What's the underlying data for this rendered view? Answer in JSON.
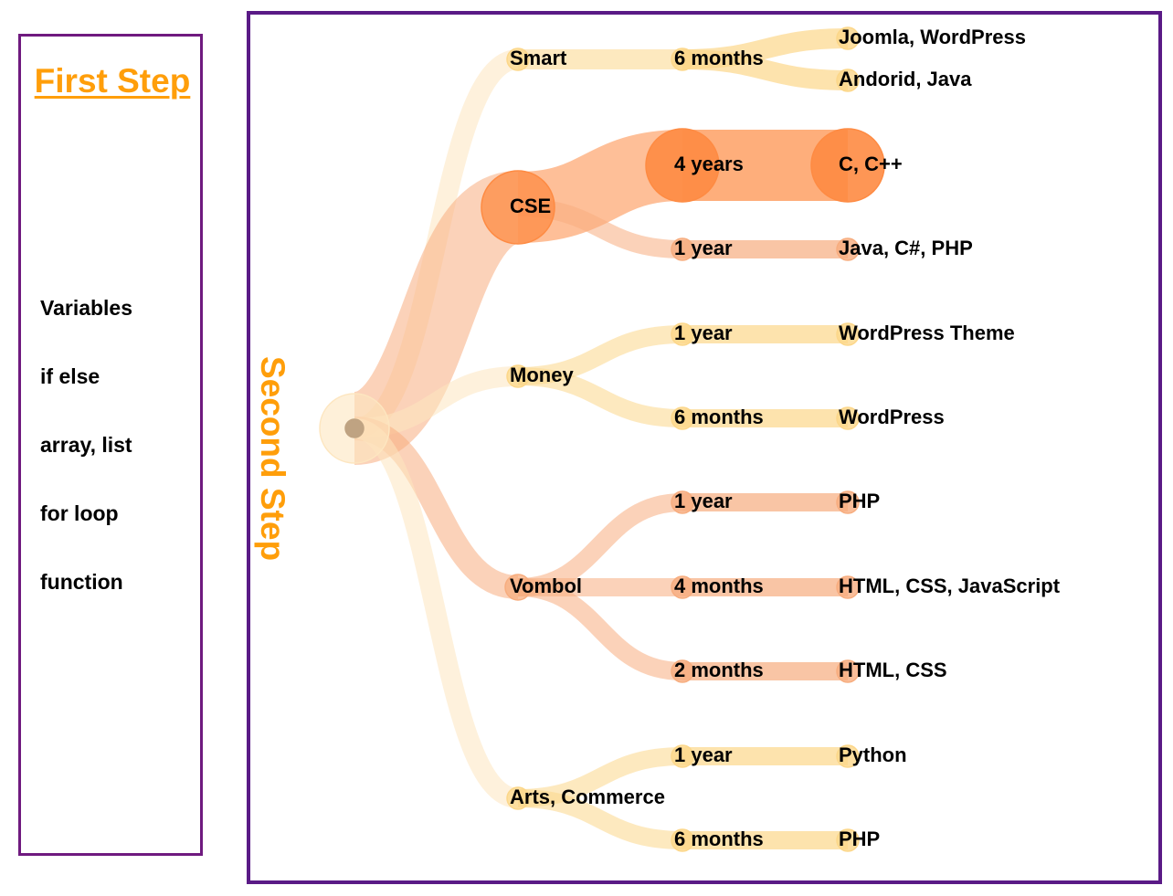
{
  "first_step": {
    "title": "First Step",
    "topics": [
      "Variables",
      "if else",
      "array, list",
      "for loop",
      "function"
    ]
  },
  "second_step": {
    "title": "Second Step",
    "colors": {
      "strong": "#fe8b43",
      "medium": "#f7ad7f",
      "light": "#fcd78a",
      "faint": "#fde6c0",
      "root": "#bfa382"
    },
    "groups": [
      {
        "label": "Smart",
        "branches": [
          {
            "duration": "6 months",
            "leaves": [
              "Joomla, WordPress",
              "Andorid, Java"
            ]
          }
        ]
      },
      {
        "label": "CSE",
        "branches": [
          {
            "duration": "4 years",
            "leaves": [
              "C, C++"
            ]
          },
          {
            "duration": "1 year",
            "leaves": [
              "Java, C#, PHP"
            ]
          }
        ]
      },
      {
        "label": "Money",
        "branches": [
          {
            "duration": "1 year",
            "leaves": [
              "WordPress Theme"
            ]
          },
          {
            "duration": "6 months",
            "leaves": [
              "WordPress"
            ]
          }
        ]
      },
      {
        "label": "Vombol",
        "branches": [
          {
            "duration": "1 year",
            "leaves": [
              "PHP"
            ]
          },
          {
            "duration": "4 months",
            "leaves": [
              "HTML, CSS, JavaScript"
            ]
          },
          {
            "duration": "2 months",
            "leaves": [
              "HTML, CSS"
            ]
          }
        ]
      },
      {
        "label": "Arts, Commerce",
        "branches": [
          {
            "duration": "1 year",
            "leaves": [
              "Python"
            ]
          },
          {
            "duration": "6 months",
            "leaves": [
              "PHP"
            ]
          }
        ]
      }
    ]
  }
}
